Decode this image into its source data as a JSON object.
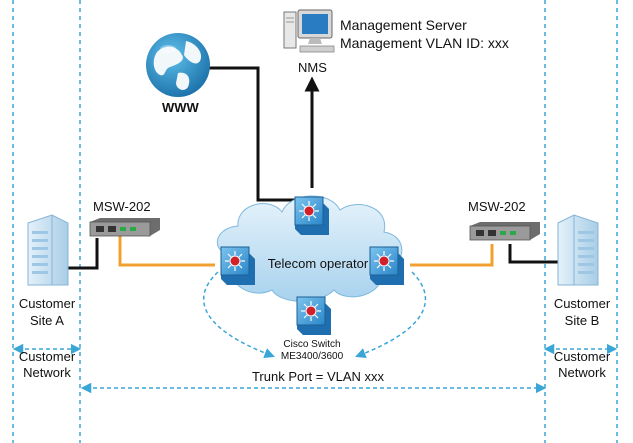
{
  "management_server": {
    "line1": "Management Server",
    "line2": "Management VLAN ID: xxx"
  },
  "nms_label": "NMS",
  "www_label": "WWW",
  "cloud_label": "Telecom operator",
  "left_device_label": "MSW-202",
  "right_device_label": "MSW-202",
  "customer_site_a": {
    "line1": "Customer",
    "line2": "Site A"
  },
  "customer_site_b": {
    "line1": "Customer",
    "line2": "Site B"
  },
  "customer_network_left": {
    "line1": "Customer",
    "line2": "Network"
  },
  "customer_network_right": {
    "line1": "Customer",
    "line2": "Network"
  },
  "switch_label": {
    "line1": "Cisco  Switch",
    "line2": "ME3400/3600"
  },
  "trunk_label": "Trunk Port = VLAN xxx",
  "colors": {
    "dashed_line": "#3aa6d6",
    "fiber": "#f0a030",
    "copper": "#111111",
    "cloud": "#c8e3f3",
    "switch": "#2f8fcf",
    "switch_core": "#d0202a"
  },
  "icons": [
    "server-pc-icon",
    "globe-icon",
    "cloud-icon",
    "switch-icon",
    "media-converter-icon",
    "building-icon"
  ]
}
